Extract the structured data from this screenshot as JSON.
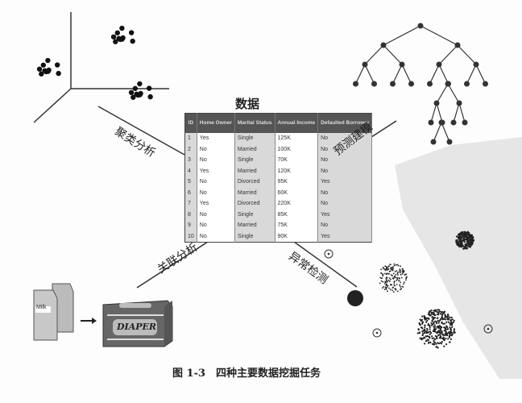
{
  "title": "数据",
  "table": {
    "headers": [
      "ID",
      "Home Owner",
      "Marital Status",
      "Annual Income",
      "Defaulted Borrower"
    ],
    "rows": [
      [
        "1",
        "Yes",
        "Single",
        "125K",
        "No"
      ],
      [
        "2",
        "No",
        "Married",
        "100K",
        "No"
      ],
      [
        "3",
        "No",
        "Single",
        "70K",
        "No"
      ],
      [
        "4",
        "Yes",
        "Married",
        "120K",
        "No"
      ],
      [
        "5",
        "No",
        "Divorced",
        "95K",
        "Yes"
      ],
      [
        "6",
        "No",
        "Married",
        "60K",
        "No"
      ],
      [
        "7",
        "Yes",
        "Divorced",
        "220K",
        "No"
      ],
      [
        "8",
        "No",
        "Single",
        "85K",
        "Yes"
      ],
      [
        "9",
        "No",
        "Married",
        "75K",
        "No"
      ],
      [
        "10",
        "No",
        "Single",
        "90K",
        "Yes"
      ]
    ]
  },
  "tasks": {
    "clustering": "聚类分析",
    "predictive": "预测建模",
    "association": "关联分析",
    "anomaly": "异常检测"
  },
  "illustration": {
    "milk_label": "Milk",
    "diaper_label": "DIAPER"
  },
  "caption": "图 1-3　四种主要数据挖掘任务"
}
